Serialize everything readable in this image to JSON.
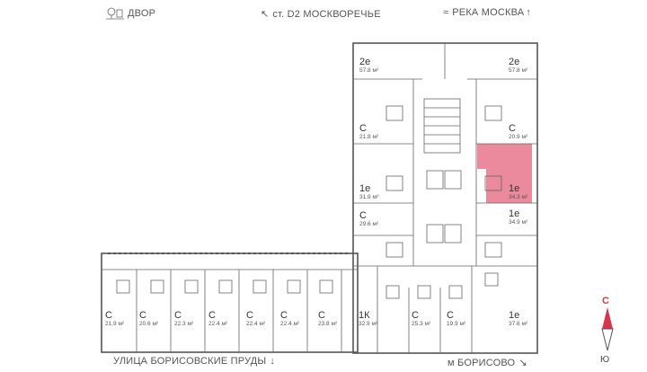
{
  "labels": {
    "courtyard": "ДВОР",
    "station": "ст. D2 МОСКВОРЕЧЬЕ",
    "river": "РЕКА МОСКВА",
    "street": "УЛИЦА БОРИСОВСКИЕ ПРУДЫ",
    "metro": "м БОРИСОВО"
  },
  "compass": {
    "north": "С",
    "south": "Ю"
  },
  "units": [
    {
      "type": "2е",
      "area": "57.8 м²",
      "highlighted": false
    },
    {
      "type": "2е",
      "area": "57.8 м²",
      "highlighted": false
    },
    {
      "type": "С",
      "area": "21.8 м²",
      "highlighted": false
    },
    {
      "type": "С",
      "area": "20.9 м²",
      "highlighted": false
    },
    {
      "type": "1е",
      "area": "31.9 м²",
      "highlighted": false
    },
    {
      "type": "1е",
      "area": "34.3 м²",
      "highlighted": true
    },
    {
      "type": "С",
      "area": "29.6 м²",
      "highlighted": false
    },
    {
      "type": "1е",
      "area": "34.9 м²",
      "highlighted": false
    },
    {
      "type": "С",
      "area": "21.9 м²",
      "highlighted": false
    },
    {
      "type": "С",
      "area": "20.6 м²",
      "highlighted": false
    },
    {
      "type": "С",
      "area": "22.3 м²",
      "highlighted": false
    },
    {
      "type": "С",
      "area": "22.4 м²",
      "highlighted": false
    },
    {
      "type": "С",
      "area": "22.4 м²",
      "highlighted": false
    },
    {
      "type": "С",
      "area": "22.4 м²",
      "highlighted": false
    },
    {
      "type": "С",
      "area": "23.8 м²",
      "highlighted": false
    },
    {
      "type": "1К",
      "area": "32.9 м²",
      "highlighted": false
    },
    {
      "type": "С",
      "area": "25.3 м²",
      "highlighted": false
    },
    {
      "type": "С",
      "area": "19.9 м²",
      "highlighted": false
    },
    {
      "type": "1е",
      "area": "37.6 м²",
      "highlighted": false
    }
  ],
  "colors": {
    "highlight": "#e8748c",
    "wall": "#555555",
    "accent": "#d8344e"
  }
}
